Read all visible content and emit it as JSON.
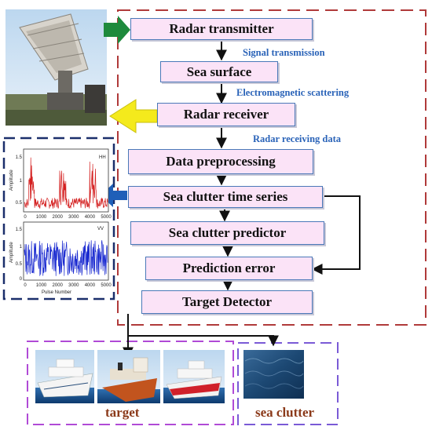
{
  "flow": {
    "radar_transmitter": "Radar transmitter",
    "signal_transmission": "Signal transmission",
    "sea_surface": "Sea surface",
    "electromagnetic_scattering": "Electromagnetic scattering",
    "radar_receiver": "Radar receiver",
    "radar_receiving_data": "Radar receiving data",
    "data_preprocessing": "Data preprocessing",
    "sea_clutter_time_series": "Sea clutter time series",
    "sea_clutter_predictor": "Sea clutter predictor",
    "prediction_error": "Prediction error",
    "target_detector": "Target Detector"
  },
  "outputs": {
    "target": "target",
    "sea_clutter": "sea clutter"
  },
  "plots": {
    "hh": {
      "tag": "HH",
      "ylabel": "Amplitude",
      "yticks": [
        "0.5",
        "1",
        "1.5"
      ],
      "xticks": [
        "0",
        "1000",
        "2000",
        "3000",
        "4000",
        "5000"
      ]
    },
    "vv": {
      "tag": "VV",
      "ylabel": "Amplitude",
      "yticks": [
        "0",
        "0.5",
        "1",
        "1.5"
      ],
      "xticks": [
        "0",
        "1000",
        "2000",
        "3000",
        "4000",
        "5000"
      ],
      "xlabel": "Pulse Number"
    }
  },
  "colors": {
    "box_fill": "#fbe3f7",
    "box_border": "#4a78b8",
    "label_blue": "#2a63b8",
    "dashed_red": "#b03a3a",
    "dashed_purple": "#b04ad6",
    "dashed_navy": "#1b2f6b",
    "arrow_green": "#1e8a3c",
    "arrow_yellow": "#f4ea1c",
    "arrow_blue": "#1f5fb8",
    "hh_trace": "#d42020",
    "vv_trace": "#1a2ad0"
  }
}
